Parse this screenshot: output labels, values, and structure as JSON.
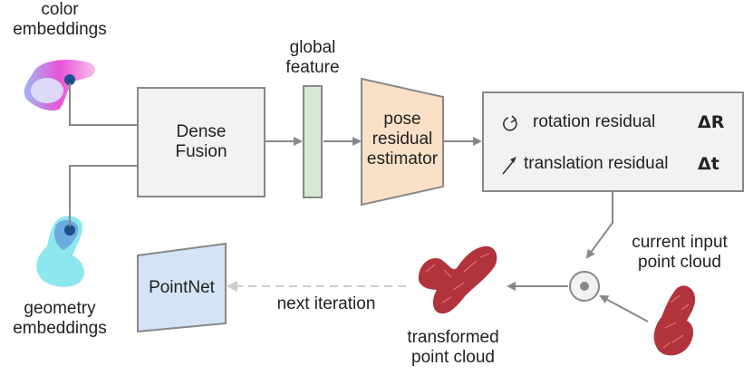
{
  "labels": {
    "color_embeddings": [
      "color",
      "embeddings"
    ],
    "geometry_embeddings": [
      "geometry",
      "embeddings"
    ],
    "global_feature": [
      "global",
      "feature"
    ],
    "dense_fusion": [
      "Dense",
      "Fusion"
    ],
    "pose_estimator": [
      "pose",
      "residual",
      "estimator"
    ],
    "rotation_residual": "rotation residual",
    "translation_residual": "translation residual",
    "delta_r": "ΔR",
    "delta_t": "Δt",
    "current_input": [
      "current input",
      "point cloud"
    ],
    "transformed": [
      "transformed",
      "point cloud"
    ],
    "pointnet": "PointNet",
    "next_iteration": "next iteration"
  },
  "colors": {
    "box_fill": "#f2f2f2",
    "box_stroke": "#888888",
    "global_feature_fill": "#d5e8d4",
    "estimator_fill": "#fbe0c8",
    "pointnet_fill": "#d4e3f5",
    "cloud_red": "#a3101b",
    "geometry_cyan": "#2ed3e0",
    "color_magenta": "#e436d0"
  },
  "icons": [
    "rotation-icon",
    "translation-arrow-icon",
    "compose-operator-icon"
  ]
}
